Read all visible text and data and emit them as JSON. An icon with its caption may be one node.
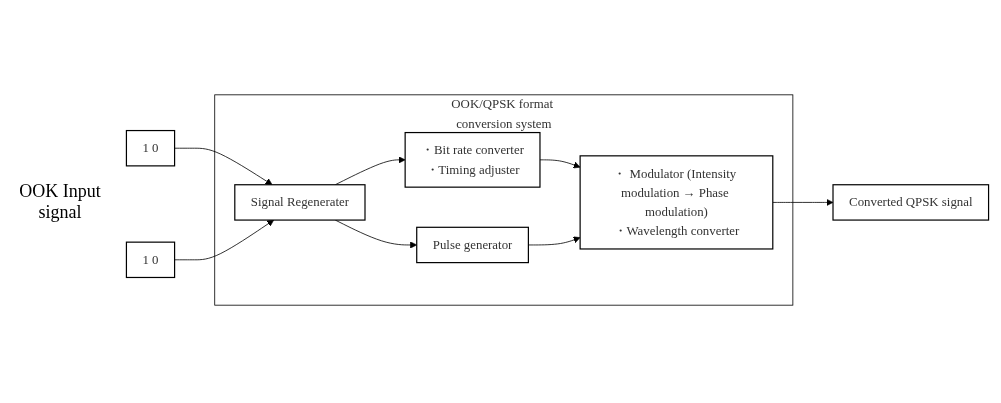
{
  "diagram": {
    "nodes": [
      {
        "text": [
          "OOK/QPSK format conversion system"
        ]
      },
      {
        "text": [
          "1 0"
        ]
      },
      {
        "text": [
          "1 0"
        ]
      },
      {
        "text": [
          "Signal Regenerater"
        ],
        "in": 0
      },
      {
        "text": [
          "・Bit rate converter",
          "・Timing adjuster"
        ],
        "in": 0
      },
      {
        "text": [
          "Pulse generator"
        ],
        "in": 0
      },
      {
        "text": [
          "・ Modulator (Intensity modulation → Phase modulation)",
          "・Wavelength converter"
        ],
        "in": 0
      },
      {
        "text": [
          "Converted QPSK signal"
        ]
      }
    ],
    "edges": [
      {
        "from": 1,
        "to": 3,
        "arrow": "to"
      },
      {
        "from": 2,
        "to": 3,
        "arrow": "to"
      },
      {
        "from": 3,
        "to": 4,
        "arrow": "to"
      },
      {
        "from": 3,
        "to": 5,
        "arrow": "to"
      },
      {
        "from": 4,
        "to": 6,
        "arrow": "to"
      },
      {
        "from": 5,
        "to": 6,
        "arrow": "to"
      },
      {
        "from": 6,
        "to": 7,
        "arrow": "to"
      }
    ],
    "labels": [
      "OOK Input signal"
    ]
  }
}
